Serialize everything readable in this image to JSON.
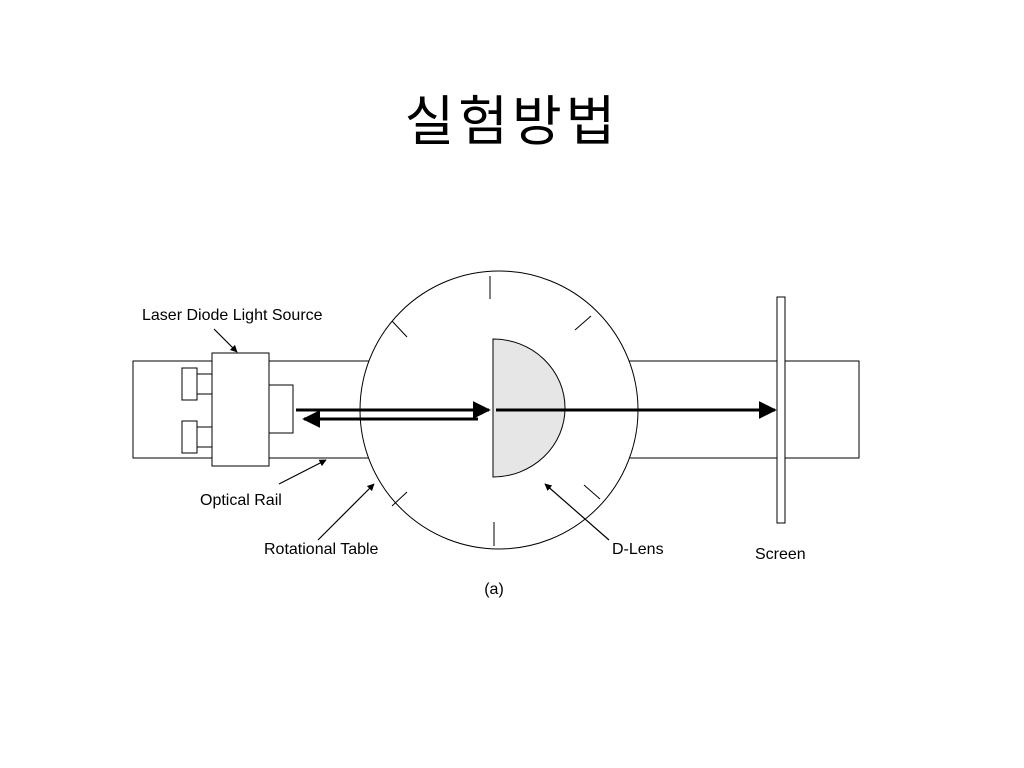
{
  "title": "실험방법",
  "labels": {
    "laser": "Laser Diode Light Source",
    "rail": "Optical Rail",
    "table": "Rotational Table",
    "lens": "D-Lens",
    "screen": "Screen",
    "caption": "(a)"
  },
  "colors": {
    "line": "#000000",
    "lens_fill": "#e6e6e6",
    "background": "#ffffff"
  }
}
